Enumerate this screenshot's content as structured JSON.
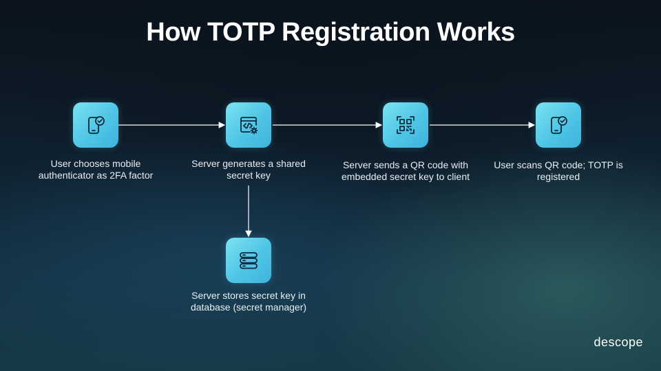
{
  "title": "How TOTP Registration Works",
  "steps": [
    {
      "label": "User chooses mobile authenticator as 2FA factor",
      "icon": "phone-check-icon"
    },
    {
      "label": "Server generates a shared secret key",
      "icon": "code-window-gear-icon"
    },
    {
      "label": "Server sends a QR code with embedded secret key to client",
      "icon": "qr-code-icon"
    },
    {
      "label": "User scans QR code; TOTP is registered",
      "icon": "phone-check-icon"
    },
    {
      "label": "Server stores secret key in database (secret manager)",
      "icon": "database-server-icon"
    }
  ],
  "logo": "descope",
  "colors": {
    "node": "#4fc5e6",
    "text": "#e8eef3",
    "arrow": "#ffffff"
  }
}
